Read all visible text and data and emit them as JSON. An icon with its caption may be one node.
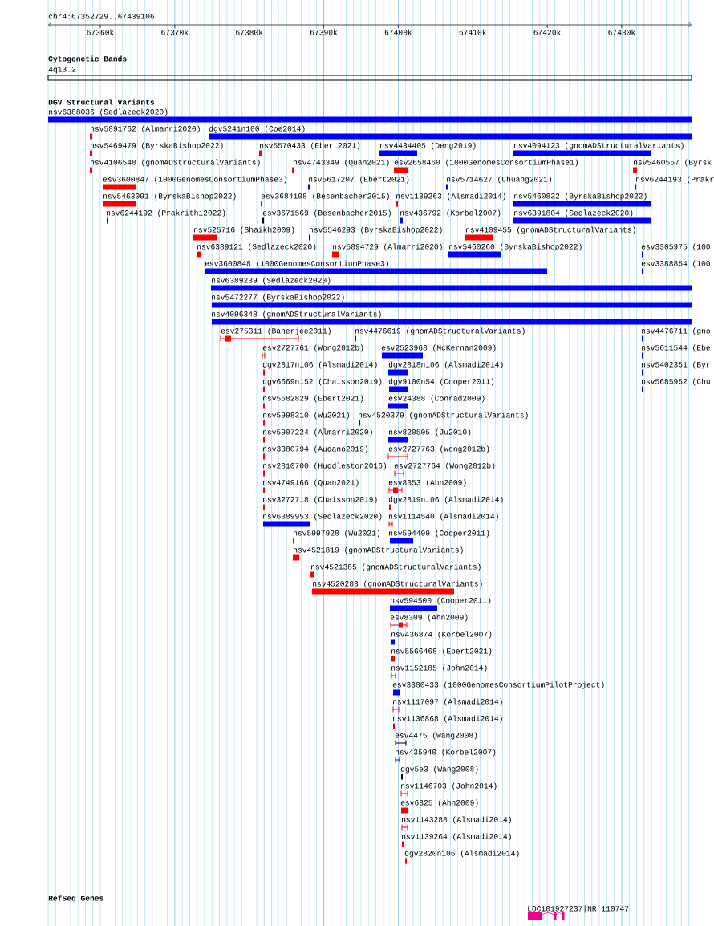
{
  "diagram": {
    "nodes": [
      {
        "text": [
          "nsv6388036 (Sedlazeck2020)"
        ]
      },
      {
        "text": [
          "nsv5891762 (Almarri2020)"
        ]
      },
      {
        "text": [
          "dgv5241n100 (Coe2014)"
        ]
      },
      {
        "text": [
          "nsv5469479 (ByrskaBishop2022)"
        ]
      },
      {
        "text": [
          "nsv5570433 (Ebert2021)"
        ]
      },
      {
        "text": [
          "nsv4434405 (Deng2019)"
        ]
      },
      {
        "text": [
          "nsv4094123 (gnomADStructuralVariants)"
        ]
      },
      {
        "text": [
          "nsv4106548 (gnomADStructuralVariants)"
        ]
      },
      {
        "text": [
          "nsv4743349 (Quan2021)"
        ]
      },
      {
        "text": [
          "esv2658460 (1000GenomesConsortiumPhase1)"
        ]
      },
      {
        "text": [
          "nsv5460557 (Byrsk"
        ]
      },
      {
        "text": [
          "esv3600847 (1000GenomesConsortiumPhase3)"
        ]
      },
      {
        "text": [
          "nsv5617207 (Ebert2021)"
        ]
      },
      {
        "text": [
          "nsv5714627 (Chuang2021)"
        ]
      },
      {
        "text": [
          "nsv6244193 (Prakr"
        ]
      },
      {
        "text": [
          "nsv5463091 (ByrskaBishop2022)"
        ]
      },
      {
        "text": [
          "esv3684108 (Besenbacher2015)"
        ]
      },
      {
        "text": [
          "nsv1139263 (Alsmadi2014)"
        ]
      },
      {
        "text": [
          "nsv5460832 (ByrskaBishop2022)"
        ]
      },
      {
        "text": [
          "nsv6244192 (Prakrithi2022)"
        ]
      },
      {
        "text": [
          "esv3671569 (Besenbacher2015)"
        ]
      },
      {
        "text": [
          "nsv436792 (Korbel2007)"
        ]
      },
      {
        "text": [
          "nsv6391804 (Sedlazeck2020)"
        ]
      },
      {
        "text": [
          "nsv525716 (Shaikh2009)"
        ]
      },
      {
        "text": [
          "nsv5546293 (ByrskaBishop2022)"
        ]
      },
      {
        "text": [
          "nsv4109455 (gnomADStructuralVariants)"
        ]
      },
      {
        "text": [
          "nsv6389121 (Sedlazeck2020)"
        ]
      },
      {
        "text": [
          "nsv5894729 (Almarri2020)"
        ]
      },
      {
        "text": [
          "nsv5460260 (ByrskaBishop2022)"
        ]
      },
      {
        "text": [
          "esv3305975 (100"
        ]
      },
      {
        "text": [
          "esv3600848 (1000GenomesConsortiumPhase3)"
        ]
      },
      {
        "text": [
          "esv3388854 (100"
        ]
      },
      {
        "text": [
          "nsv6389239 (Sedlazeck2020)"
        ]
      },
      {
        "text": [
          "nsv5472277 (ByrskaBishop2022)"
        ]
      },
      {
        "text": [
          "nsv4096348 (gnomADStructuralVariants)"
        ]
      },
      {
        "text": [
          "esv275311 (Banerjee2011)"
        ]
      },
      {
        "text": [
          "nsv4476619 (gnomADStructuralVariants)"
        ]
      },
      {
        "text": [
          "nsv4476711 (gno"
        ]
      },
      {
        "text": [
          "esv2727761 (Wong2012b)"
        ]
      },
      {
        "text": [
          "esv2523968 (McKernan2009)"
        ]
      },
      {
        "text": [
          "nsv5611544 (Ebe"
        ]
      },
      {
        "text": [
          "dgv2817n106 (Alsmadi2014)"
        ]
      },
      {
        "text": [
          "dgv2818n106 (Alsmadi2014)"
        ]
      },
      {
        "text": [
          "nsv5402351 (Byr"
        ]
      },
      {
        "text": [
          "dgv6669n152 (Chaisson2019)"
        ]
      },
      {
        "text": [
          "dgv9100n54 (Cooper2011)"
        ]
      },
      {
        "text": [
          "nsv5685952 (Chu"
        ]
      },
      {
        "text": [
          "nsv5582829 (Ebert2021)"
        ]
      },
      {
        "text": [
          "esv24388 (Conrad2009)"
        ]
      },
      {
        "text": [
          "nsv5998310 (Wu2021)"
        ]
      },
      {
        "text": [
          "nsv4520379 (gnomADStructuralVariants)"
        ]
      },
      {
        "text": [
          "nsv5907224 (Almarri2020)"
        ]
      },
      {
        "text": [
          "nsv820505 (Ju2010)"
        ]
      },
      {
        "text": [
          "nsv3380794 (Audano2019)"
        ]
      },
      {
        "text": [
          "esv2727763 (Wong2012b)"
        ]
      },
      {
        "text": [
          "nsv2810700 (Huddleston2016)"
        ]
      },
      {
        "text": [
          "esv2727764 (Wong2012b)"
        ]
      },
      {
        "text": [
          "nsv4749166 (Quan2021)"
        ]
      },
      {
        "text": [
          "esv8353 (Ahn2009)"
        ]
      },
      {
        "text": [
          "nsv3272718 (Chaisson2019)"
        ]
      },
      {
        "text": [
          "dgv2819n106 (Alsmadi2014)"
        ]
      },
      {
        "text": [
          "nsv6389953 (Sedlazeck2020)"
        ]
      },
      {
        "text": [
          "nsv1114540 (Alsmadi2014)"
        ]
      },
      {
        "text": [
          "nsv5997928 (Wu2021)"
        ]
      },
      {
        "text": [
          "nsv594499 (Cooper2011)"
        ]
      },
      {
        "text": [
          "nsv4521819 (gnomADStructuralVariants)"
        ]
      },
      {
        "text": [
          "nsv4521385 (gnomADStructuralVariants)"
        ]
      },
      {
        "text": [
          "nsv4520283 (gnomADStructuralVariants)"
        ]
      },
      {
        "text": [
          "nsv594500 (Cooper2011)"
        ]
      },
      {
        "text": [
          "esv8309 (Ahn2009)"
        ]
      },
      {
        "text": [
          "nsv436874 (Korbel2007)"
        ]
      },
      {
        "text": [
          "nsv5566468 (Ebert2021)"
        ]
      },
      {
        "text": [
          "nsv1152185 (John2014)"
        ]
      },
      {
        "text": [
          "esv3380433 (1000GenomesConsortiumPilotProject)"
        ]
      },
      {
        "text": [
          "nsv1117097 (Alsmadi2014)"
        ]
      },
      {
        "text": [
          "nsv1136868 (Alsmadi2014)"
        ]
      },
      {
        "text": [
          "esv4475 (Wang2008)"
        ]
      },
      {
        "text": [
          "nsv435940 (Korbel2007)"
        ]
      },
      {
        "text": [
          "dgv5e3 (Wang2008)"
        ]
      },
      {
        "text": [
          "nsv1146703 (John2014)"
        ]
      },
      {
        "text": [
          "esv6325 (Ahn2009)"
        ]
      },
      {
        "text": [
          "nsv1143288 (Alsmadi2014)"
        ]
      },
      {
        "text": [
          "nsv1139264 (Alsmadi2014)"
        ]
      },
      {
        "text": [
          "dgv2820n106 (Alsmadi2014)"
        ]
      },
      {
        "text": [
          "LOC101927237|NR_110747"
        ]
      }
    ],
    "labels": [
      "chr4:67352729..67439106",
      "67360k",
      "67370k",
      "67380k",
      "67390k",
      "67400k",
      "67410k",
      "67420k",
      "67430k",
      "Cytogenetic Bands",
      "4q13.2",
      "DGV Structural Variants",
      "RefSeq Genes"
    ]
  }
}
